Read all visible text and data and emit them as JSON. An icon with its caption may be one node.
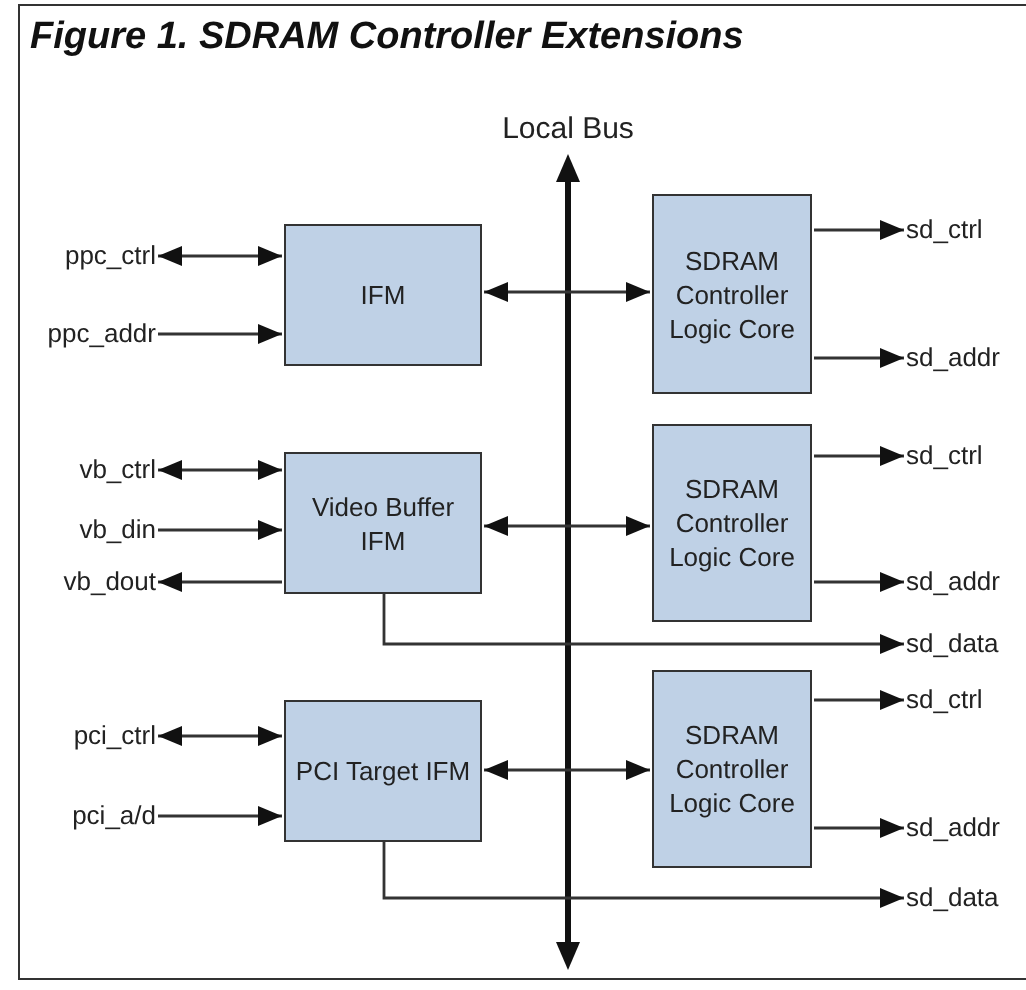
{
  "diagram": {
    "title": "Figure 1. SDRAM Controller Extensions",
    "nodes": [
      {
        "text": [
          "ppc_ctrl"
        ]
      },
      {
        "text": [
          "ppc_addr"
        ]
      },
      {
        "text": [
          "IFM"
        ]
      },
      {
        "text": [
          "SDRAM Controller Logic Core"
        ]
      },
      {
        "text": [
          "sd_ctrl"
        ]
      },
      {
        "text": [
          "sd_addr"
        ]
      },
      {
        "text": [
          "vb_ctrl"
        ]
      },
      {
        "text": [
          "vb_din"
        ]
      },
      {
        "text": [
          "vb_dout"
        ]
      },
      {
        "text": [
          "Video Buffer IFM"
        ]
      },
      {
        "text": [
          "SDRAM Controller Logic Core"
        ]
      },
      {
        "text": [
          "sd_ctrl"
        ]
      },
      {
        "text": [
          "sd_addr"
        ]
      },
      {
        "text": [
          "sd_data"
        ]
      },
      {
        "text": [
          "pci_ctrl"
        ]
      },
      {
        "text": [
          "pci_a/d"
        ]
      },
      {
        "text": [
          "PCI Target IFM"
        ]
      },
      {
        "text": [
          "SDRAM Controller Logic Core"
        ]
      },
      {
        "text": [
          "sd_ctrl"
        ]
      },
      {
        "text": [
          "sd_addr"
        ]
      },
      {
        "text": [
          "sd_data"
        ]
      }
    ],
    "edges": [
      {
        "from": 0,
        "to": 2,
        "arrow": "both"
      },
      {
        "from": 1,
        "to": 2,
        "arrow": "to"
      },
      {
        "from": 2,
        "to": 3,
        "arrow": "both"
      },
      {
        "from": 3,
        "to": 4,
        "arrow": "to"
      },
      {
        "from": 3,
        "to": 5,
        "arrow": "to"
      },
      {
        "from": 6,
        "to": 9,
        "arrow": "both"
      },
      {
        "from": 7,
        "to": 9,
        "arrow": "to"
      },
      {
        "from": 9,
        "to": 8,
        "arrow": "to"
      },
      {
        "from": 9,
        "to": 10,
        "arrow": "both"
      },
      {
        "from": 10,
        "to": 11,
        "arrow": "to"
      },
      {
        "from": 10,
        "to": 12,
        "arrow": "to"
      },
      {
        "from": 9,
        "to": 13,
        "arrow": "to"
      },
      {
        "from": 14,
        "to": 16,
        "arrow": "both"
      },
      {
        "from": 15,
        "to": 16,
        "arrow": "to"
      },
      {
        "from": 16,
        "to": 17,
        "arrow": "both"
      },
      {
        "from": 17,
        "to": 18,
        "arrow": "to"
      },
      {
        "from": 17,
        "to": 19,
        "arrow": "to"
      },
      {
        "from": 16,
        "to": 20,
        "arrow": "to"
      }
    ],
    "labels": [
      "Local Bus"
    ]
  }
}
